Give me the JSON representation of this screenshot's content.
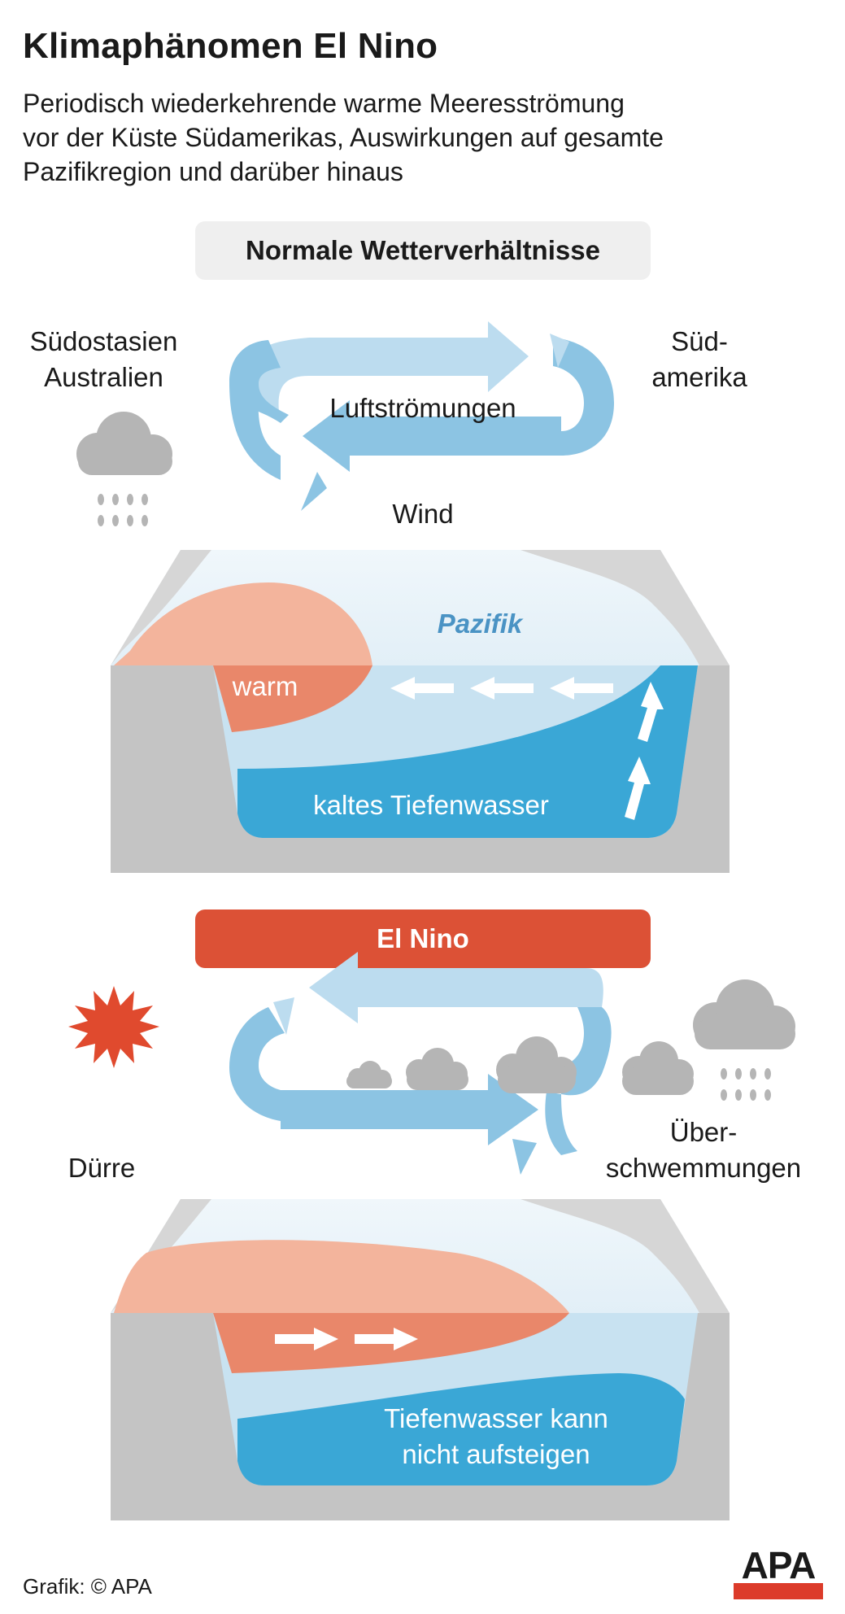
{
  "header": {
    "title": "Klimaphänomen El Nino",
    "subtitle_lines": [
      "Periodisch wiederkehrende warme Meeresströmung",
      "vor der Küste Südamerikas, Auswirkungen auf gesamte",
      "Pazifikregion und darüber hinaus"
    ]
  },
  "normal": {
    "banner": "Normale Wetterverhältnisse",
    "left_region_lines": [
      "Südostasien",
      "Australien"
    ],
    "right_region_lines": [
      "Süd-",
      "amerika"
    ],
    "air_label": "Luftströmungen",
    "wind_label": "Wind",
    "ocean_label": "Pazifik",
    "warm_label": "warm",
    "deep_label": "kaltes Tiefenwasser"
  },
  "el_nino": {
    "banner": "El Nino",
    "left_label": "Dürre",
    "right_label_lines": [
      "Über-",
      "schwemmungen"
    ],
    "deep_label_lines": [
      "Tiefenwasser kann",
      "nicht aufsteigen"
    ]
  },
  "footer": {
    "credit": "Grafik: © APA",
    "logo_text": "APA"
  },
  "colors": {
    "warm": "#f3a88c",
    "warm_dark": "#e9876a",
    "cold_deep": "#3aa7d6",
    "water_light": "#c8e2f1",
    "sea_surface": "#e6f2f9",
    "land_gray": "#cdcdcd",
    "ground_gray": "#c4c4c4",
    "arrow_light": "#bcdcef",
    "arrow_mid": "#8cc4e3",
    "banner_red": "#dc5136",
    "sun_red": "#e04a2e",
    "cloud_gray": "#b5b5b5",
    "ocean_text": "#4a93c4"
  }
}
